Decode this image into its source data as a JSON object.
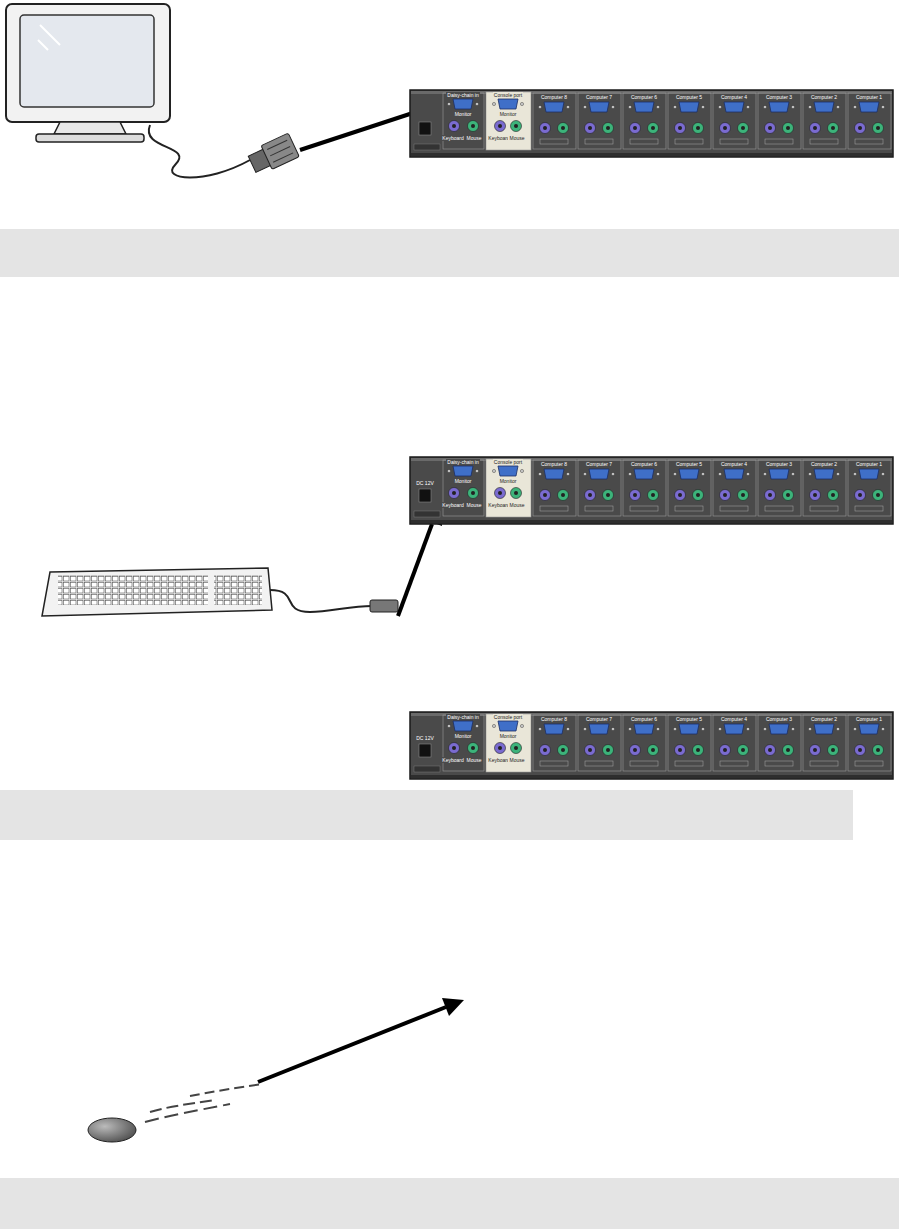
{
  "diagram": {
    "labels": [
      "Daisy-chain in",
      "Monitor",
      "Keyboard",
      "Mouse",
      "Console port",
      "Monitor",
      "Keyboard",
      "Mouse",
      "Computer 8",
      "Computer 7",
      "Computer 6",
      "Computer 5",
      "Computer 4",
      "Computer 3",
      "Computer 2",
      "Computer 1",
      "Daisy-chain in",
      "Monitor",
      "Keyboard",
      "Mouse",
      "Console port",
      "Monitor",
      "Keyboard",
      "Mouse",
      "Computer 8",
      "Computer 7",
      "Computer 6",
      "Computer 5",
      "Computer 4",
      "Computer 3",
      "Computer 2",
      "Computer 1",
      "DC 12V",
      "Daisy-chain in",
      "Monitor",
      "Keyboard",
      "Mouse",
      "Console port",
      "Monitor",
      "Keyboard",
      "Mouse",
      "Computer 8",
      "Computer 7",
      "Computer 6",
      "Computer 5",
      "Computer 4",
      "Computer 3",
      "Computer 2",
      "Computer 1",
      "DC 12V"
    ]
  }
}
